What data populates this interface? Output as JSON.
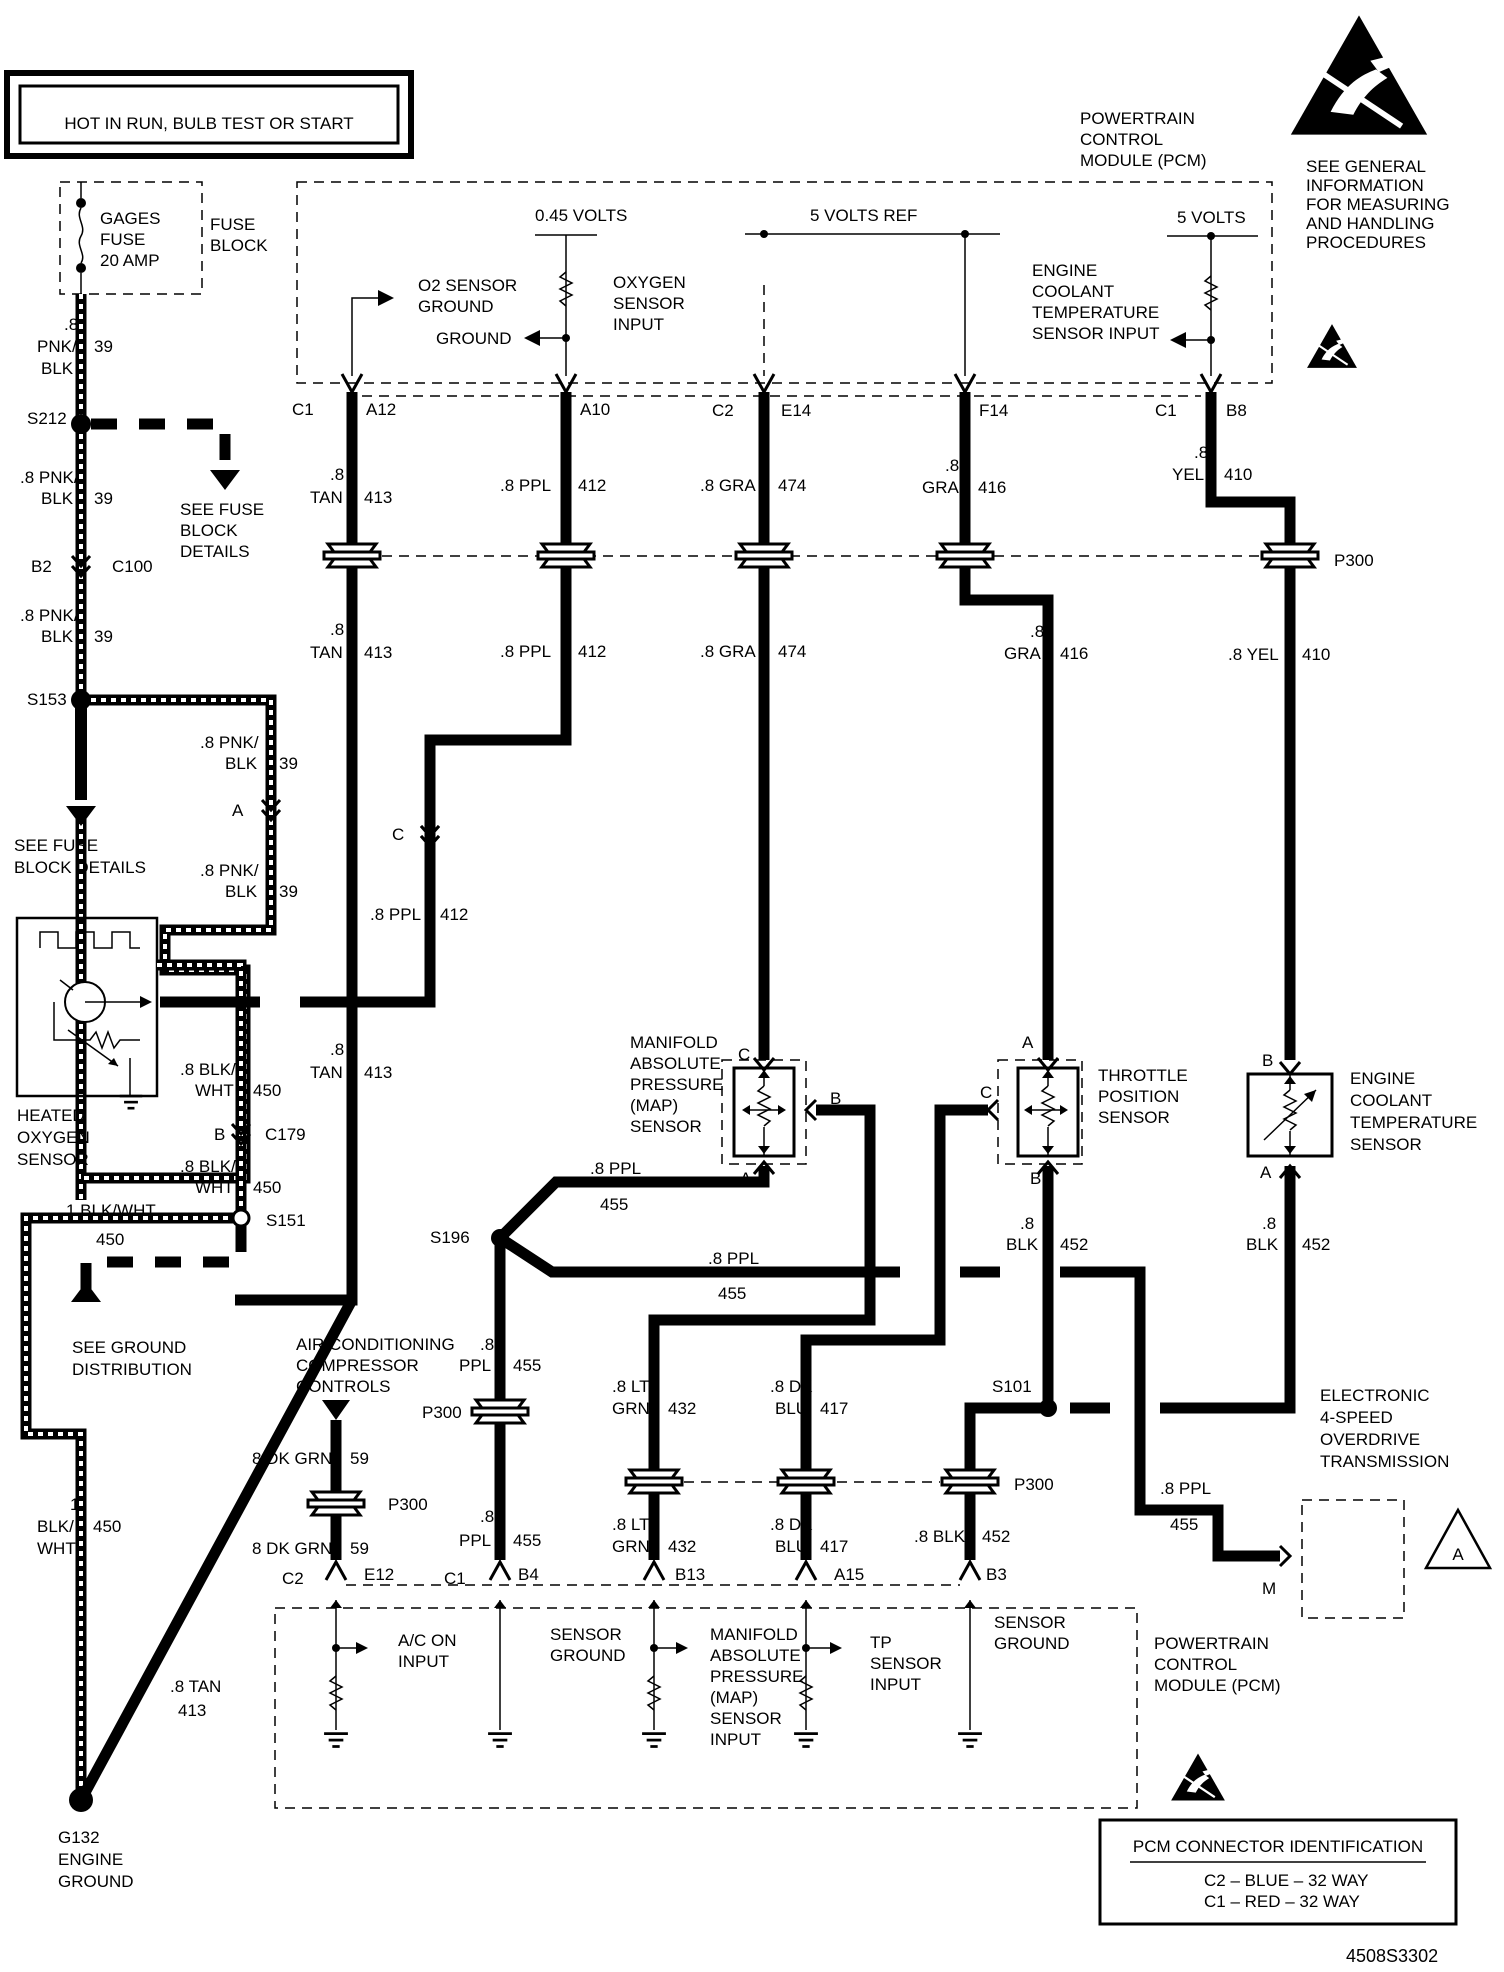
{
  "header": {
    "power_box": "HOT IN RUN, BULB TEST OR START"
  },
  "fuse": {
    "lines": [
      "GAGES",
      "FUSE",
      "20 AMP"
    ],
    "block_lines": [
      "FUSE",
      "BLOCK"
    ]
  },
  "pcm_top": {
    "title_lines": [
      "POWERTRAIN",
      "CONTROL",
      "MODULE (PCM)"
    ],
    "v045": "0.45 VOLTS",
    "vref": "5 VOLTS REF",
    "v5": "5 VOLTS",
    "o2_ground_lines": [
      "O2 SENSOR",
      "GROUND"
    ],
    "ground": "GROUND",
    "o2_input_lines": [
      "OXYGEN",
      "SENSOR",
      "INPUT"
    ],
    "ect_input_lines": [
      "ENGINE",
      "COOLANT",
      "TEMPERATURE",
      "SENSOR INPUT"
    ]
  },
  "esd_note_lines": [
    "SEE GENERAL",
    "INFORMATION",
    "FOR MEASURING",
    "AND HANDLING",
    "PROCEDURES"
  ],
  "connectors": {
    "c1": "C1",
    "c2": "C2",
    "a12": "A12",
    "a10": "A10",
    "e14": "E14",
    "f14": "F14",
    "b8": "B8",
    "p300": "P300",
    "c100": "C100",
    "b2": "B2",
    "c179": "C179",
    "b": "B",
    "a": "A",
    "c": "C",
    "e12": "E12",
    "b4": "B4",
    "b13": "B13",
    "a15": "A15",
    "b3": "B3",
    "m": "M"
  },
  "splices": {
    "s212": "S212",
    "s153": "S153",
    "s151": "S151",
    "s196": "S196",
    "s101": "S101"
  },
  "wires": {
    "w39": "39",
    "w413": "413",
    "w412": "412",
    "w474": "474",
    "w416": "416",
    "w410": "410",
    "w450": "450",
    "w455": "455",
    "w452": "452",
    "w432": "432",
    "w417": "417",
    "w59": "59",
    "d8": ".8",
    "pnk_blk": ".8 PNK/",
    "blk": "BLK",
    "pnk": "PNK/",
    "tan": "TAN",
    "ppl8": ".8 PPL",
    "gra8": ".8 GRA",
    "gra": "GRA",
    "yel": "YEL",
    "yel8": ".8 YEL",
    "blk_wht8": ".8 BLK/",
    "wht": "WHT",
    "blk_wht1": "1 BLK/WHT",
    "one": "1",
    "blk_slash": "BLK/",
    "ppl": "PPL",
    "lt8": ".8 LT",
    "grn": "GRN",
    "dk8": ".8 DK",
    "blu": "BLU",
    "blk8": ".8 BLK",
    "dkgrn": "8 DK GRN",
    "tan8": ".8 TAN"
  },
  "references": {
    "fuse_details_lines": [
      "SEE FUSE",
      "BLOCK",
      "DETAILS"
    ],
    "fuse_details2_lines": [
      "SEE FUSE",
      "BLOCK DETAILS"
    ],
    "ground_dist_lines": [
      "SEE GROUND",
      "DISTRIBUTION"
    ],
    "etrans_lines": [
      "ELECTRONIC",
      "4-SPEED",
      "OVERDRIVE",
      "TRANSMISSION"
    ],
    "triangle": "A"
  },
  "components": {
    "o2_lines": [
      "HEATED",
      "OXYGEN",
      "SENSOR"
    ],
    "map_lines": [
      "MANIFOLD",
      "ABSOLUTE",
      "PRESSURE",
      "(MAP)",
      "SENSOR"
    ],
    "tp_lines": [
      "THROTTLE",
      "POSITION",
      "SENSOR"
    ],
    "ect_lines": [
      "ENGINE",
      "COOLANT",
      "TEMPERATURE",
      "SENSOR"
    ],
    "ac_lines": [
      "AIR CONDITIONING",
      "COMPRESSOR",
      "CONTROLS"
    ]
  },
  "pcm_bottom": {
    "title_lines": [
      "POWERTRAIN",
      "CONTROL",
      "MODULE (PCM)"
    ],
    "ac_on_lines": [
      "A/C ON",
      "INPUT"
    ],
    "sensor_ground_lines": [
      "SENSOR",
      "GROUND"
    ],
    "map_input_lines": [
      "MANIFOLD",
      "ABSOLUTE",
      "PRESSURE",
      "(MAP)",
      "SENSOR",
      "INPUT"
    ],
    "tp_input_lines": [
      "TP",
      "SENSOR",
      "INPUT"
    ],
    "sensor_ground2_lines": [
      "SENSOR",
      "GROUND"
    ]
  },
  "ground_point_lines": [
    "G132",
    "ENGINE",
    "GROUND"
  ],
  "pcm_id": {
    "title": "PCM CONNECTOR IDENTIFICATION",
    "c2": "C2 – BLUE   – 32 WAY",
    "c1": "C1 – RED    – 32 WAY"
  },
  "doc_id": "4508S3302"
}
